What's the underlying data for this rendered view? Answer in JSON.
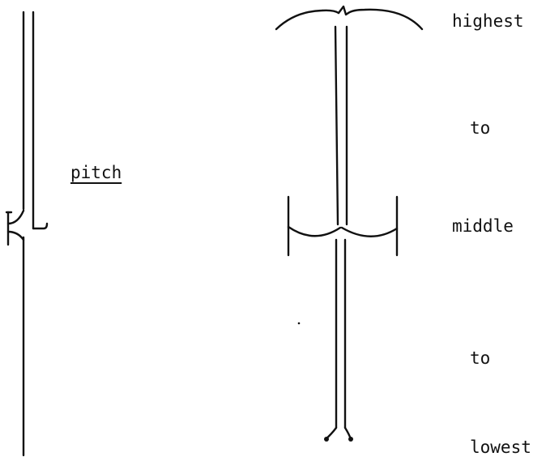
{
  "labels": {
    "pitch": "pitch",
    "highest": "highest",
    "to_upper": "to",
    "middle": "middle",
    "to_lower": "to",
    "lowest": "lowest"
  },
  "colors": {
    "ink": "#111111",
    "background": "#ffffff"
  }
}
